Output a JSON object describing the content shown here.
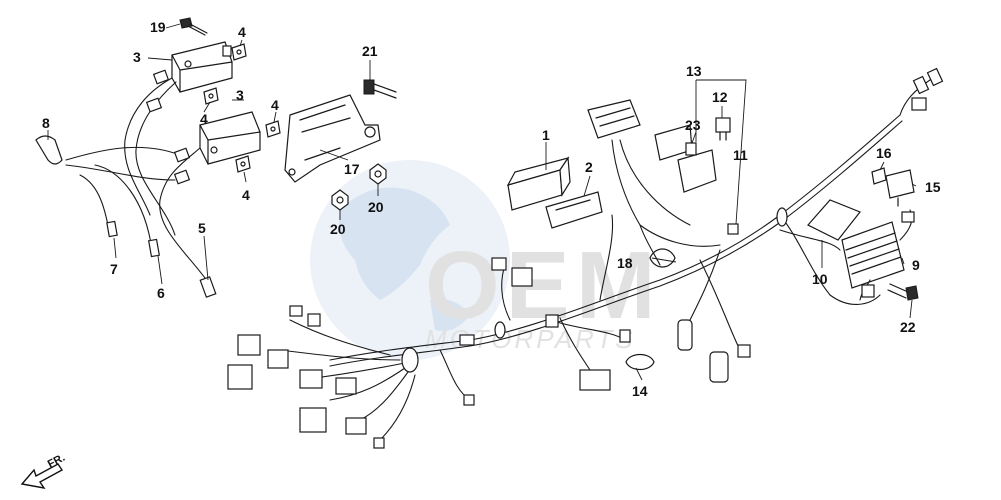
{
  "diagram": {
    "callouts": {
      "c1": "1",
      "c2": "2",
      "c3a": "3",
      "c3b": "3",
      "c4a": "4",
      "c4b": "4",
      "c4c": "4",
      "c4d": "4",
      "c5": "5",
      "c6": "6",
      "c7": "7",
      "c8": "8",
      "c9": "9",
      "c10": "10",
      "c11": "11",
      "c12": "12",
      "c13": "13",
      "c14": "14",
      "c15": "15",
      "c16": "16",
      "c17": "17",
      "c18": "18",
      "c19": "19",
      "c20a": "20",
      "c20b": "20",
      "c21": "21",
      "c22": "22",
      "c23": "23"
    },
    "direction_marker": "FR.",
    "watermark": {
      "brand": "OEM",
      "sub": "MOTORPARTS"
    }
  }
}
